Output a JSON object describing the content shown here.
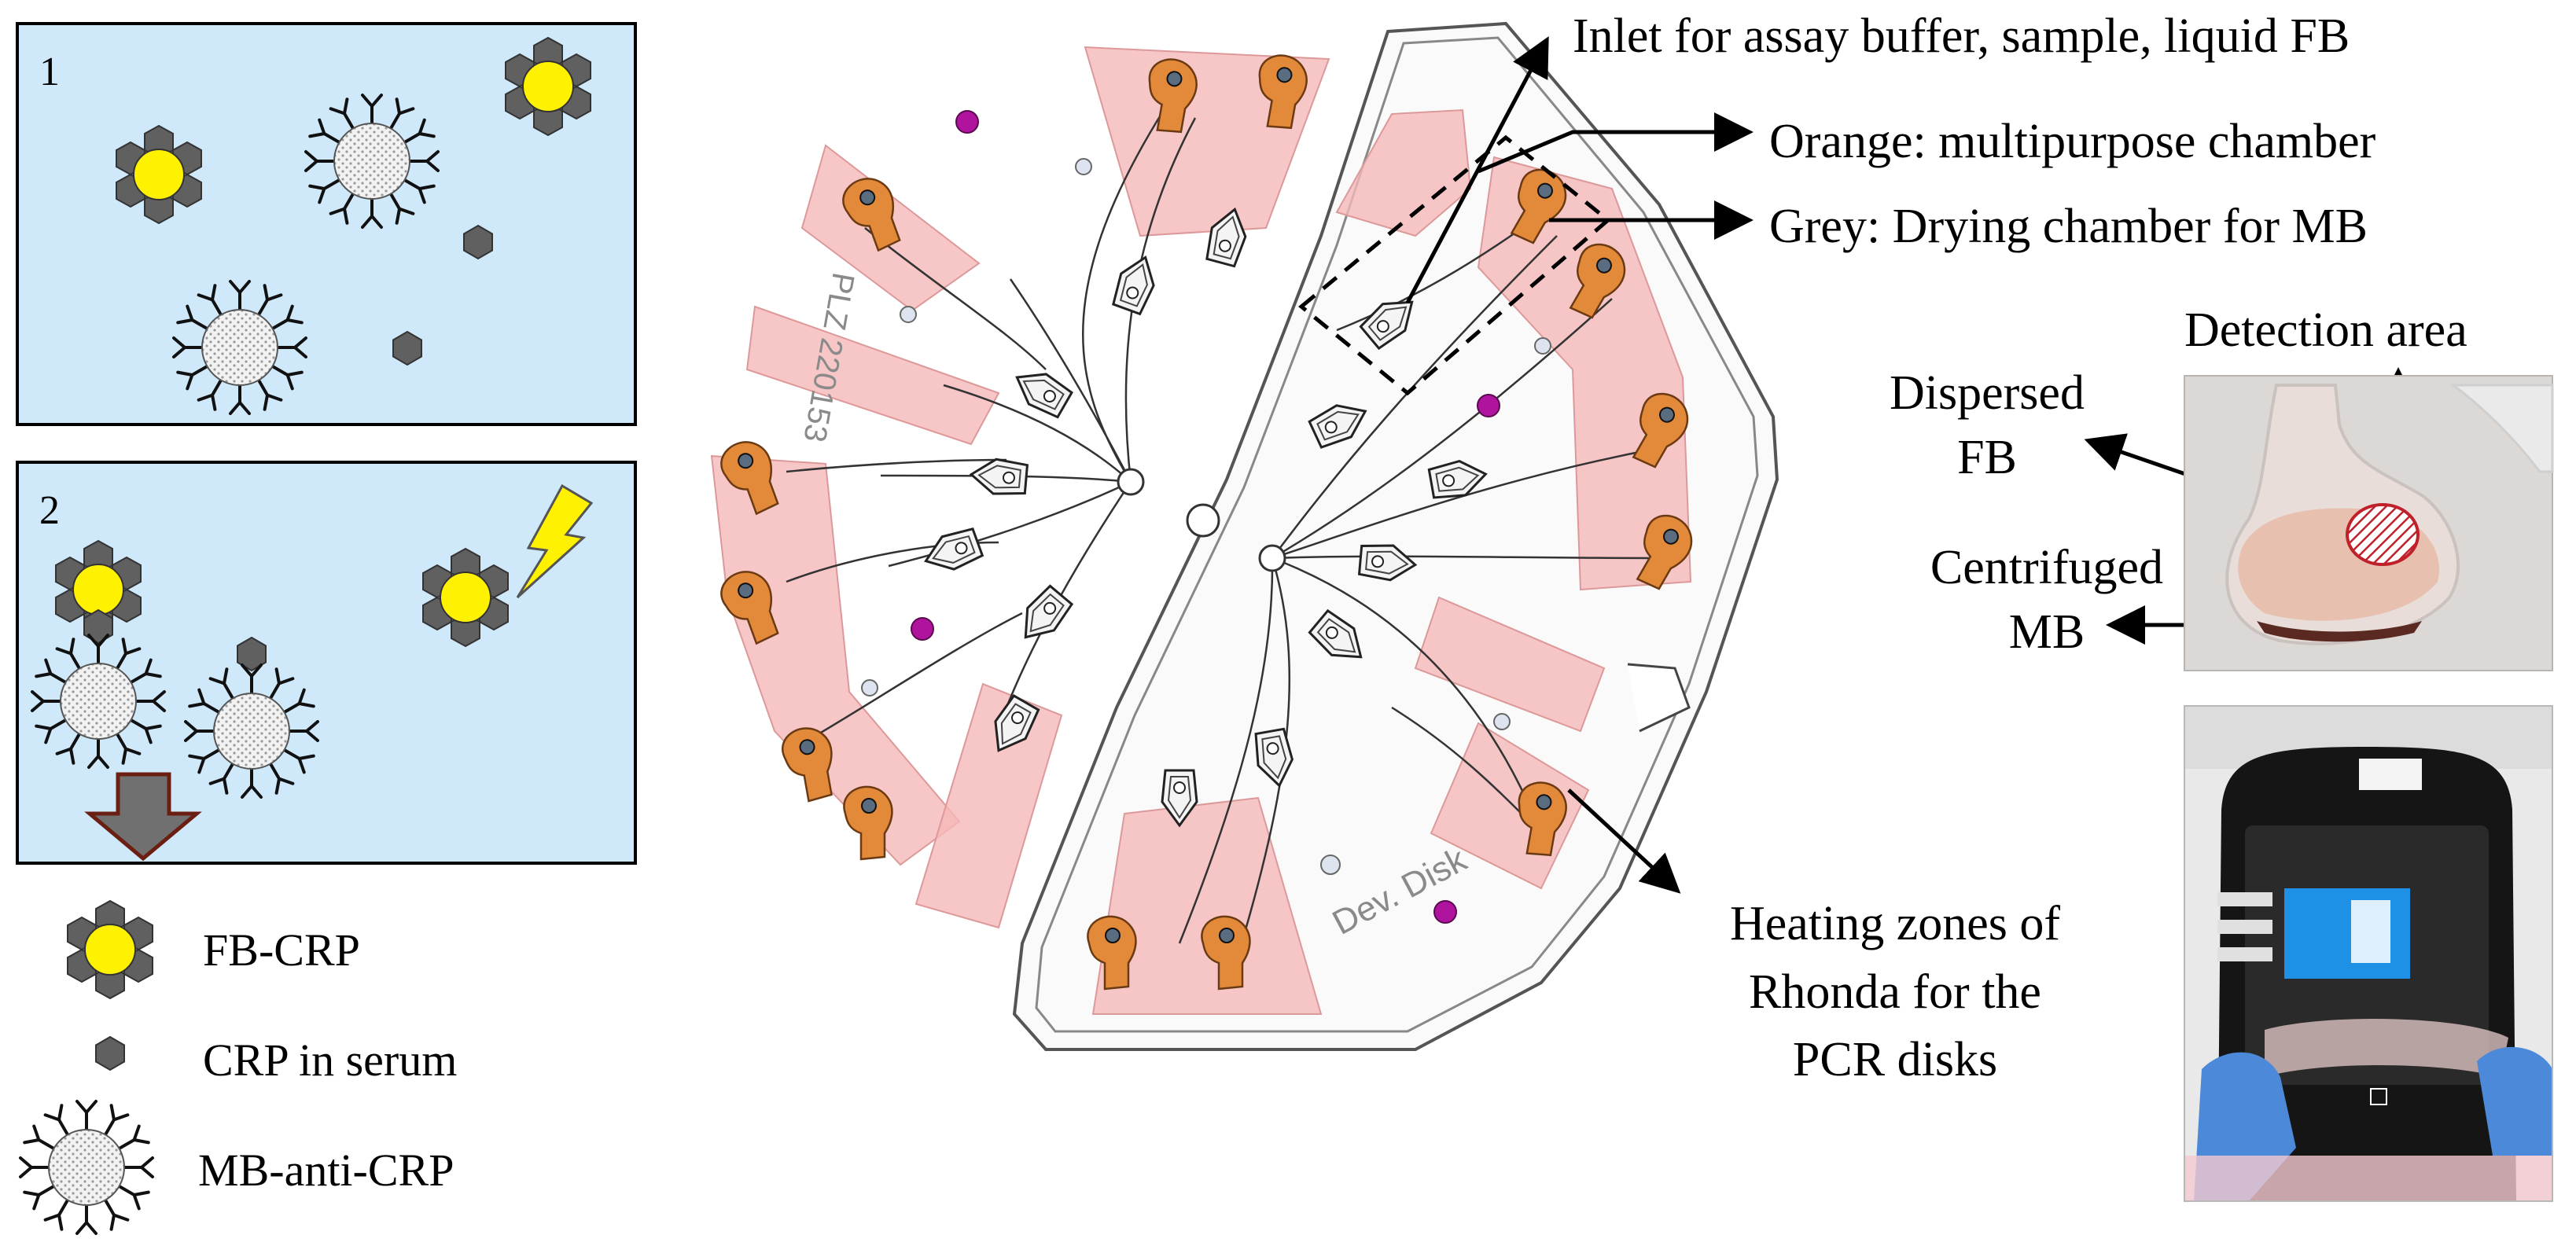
{
  "panel1": {
    "number": "1"
  },
  "panel2": {
    "number": "2"
  },
  "legend": {
    "fb_crp": "FB-CRP",
    "crp_serum": "CRP in serum",
    "mb_anti_crp": "MB-anti-CRP"
  },
  "disk": {
    "left_engraving": "PLZ 220153",
    "right_engraving": "Dev. Disk"
  },
  "annotations": {
    "inlet": "Inlet for assay buffer, sample, liquid FB",
    "orange": "Orange: multipurpose chamber",
    "grey": "Grey: Drying chamber for MB",
    "detection_area": "Detection area",
    "dispersed_line1": "Dispersed",
    "dispersed_line2": "FB",
    "centrifuged_line1": "Centrifuged",
    "centrifuged_line2": "MB",
    "heating_line1": "Heating zones of",
    "heating_line2": "Rhonda for the",
    "heating_line3": "PCR disks"
  },
  "colors": {
    "panel_bg": "#cfe9fb",
    "fluorescent_bead": "#fff200",
    "hexagon": "#606060",
    "magnetic_bead": "#efefef",
    "heating_zone": "#f5b8b8",
    "chamber_orange": "#e38a3a",
    "magenta_dot": "#b0149e"
  },
  "icons": [
    "lightning-icon",
    "down-arrow-icon"
  ]
}
